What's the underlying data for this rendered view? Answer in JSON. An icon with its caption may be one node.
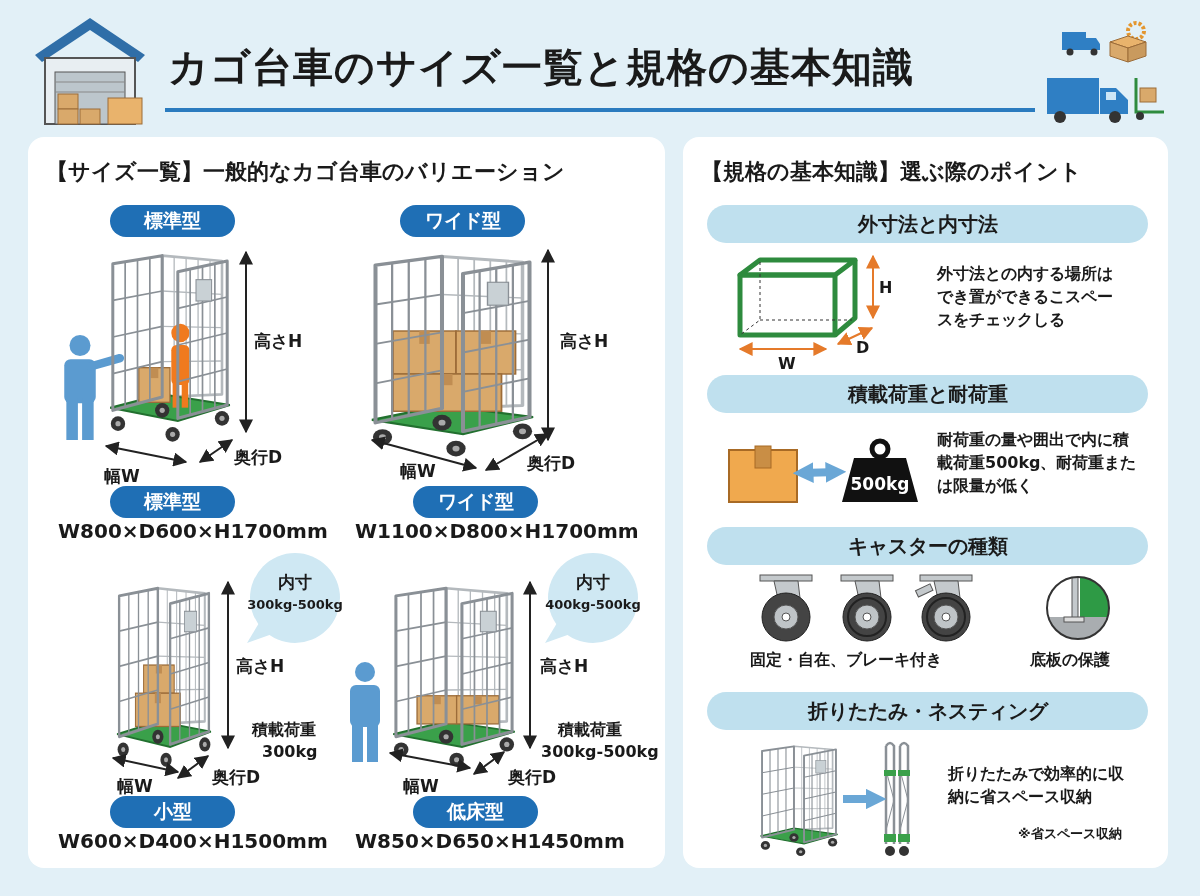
{
  "diagram": {
    "title": "カゴ台車のサイズ一覧と規格の基本知識",
    "nodes": [
      {
        "text": [
          "【サイズ一覧】一般的なカゴ台車のバリエーション"
        ]
      },
      {
        "text": [
          "標準型"
        ],
        "in": 0
      },
      {
        "text": [
          "ワイド型"
        ],
        "in": 0
      },
      {
        "text": [
          "標準型"
        ],
        "in": 0
      },
      {
        "text": [
          "ワイド型"
        ],
        "in": 0
      },
      {
        "text": [
          "内寸",
          "300kg-500kg"
        ],
        "in": 0
      },
      {
        "text": [
          "内寸",
          "400kg-500kg"
        ],
        "in": 0
      },
      {
        "text": [
          "小型"
        ],
        "in": 0
      },
      {
        "text": [
          "低床型"
        ],
        "in": 0
      },
      {
        "text": [
          "【規格の基本知識】選ぶ際のポイント"
        ]
      },
      {
        "text": [
          "外寸法と内寸法"
        ],
        "in": 9
      },
      {
        "text": [
          "積載荷重と耐荷重"
        ],
        "in": 9
      },
      {
        "text": [],
        "shape": "box",
        "in": 9
      },
      {
        "text": [
          "500kg"
        ],
        "in": 9
      },
      {
        "text": [
          "キャスターの種類"
        ],
        "in": 9
      },
      {
        "text": [
          "折りたたみ・ネスティング"
        ],
        "in": 9
      },
      {
        "text": [],
        "shape": "picture",
        "in": 9
      },
      {
        "text": [],
        "shape": "picture",
        "in": 9
      }
    ],
    "edges": [
      {
        "from": 12,
        "to": 13,
        "arrow": "both"
      },
      {
        "from": 16,
        "to": 17,
        "arrow": "to"
      }
    ],
    "labels": [
      "高さH",
      "幅W",
      "奥行D",
      "W800×D600×H1700mm",
      "高さH",
      "幅W",
      "奥行D",
      "W1100×D800×H1700mm",
      "高さH",
      "積載荷重",
      "300kg",
      "幅W",
      "奥行D",
      "W600×D400×H1500mm",
      "高さH",
      "積載荷重",
      "300kg-500kg",
      "幅W",
      "奥行D",
      "W850×D650×H1450mm",
      "H",
      "W",
      "D",
      "外寸法との内する場所はでき置ができるこスペースをチェックしる",
      "耐荷重の量や囲出で内に積載荷重500kg、耐荷重または限量が低く",
      "固定・自在、ブレーキ付き",
      "底板の保護",
      "折りたたみで効率的に収納に省スペース収納",
      "※省スペース収納"
    ]
  }
}
